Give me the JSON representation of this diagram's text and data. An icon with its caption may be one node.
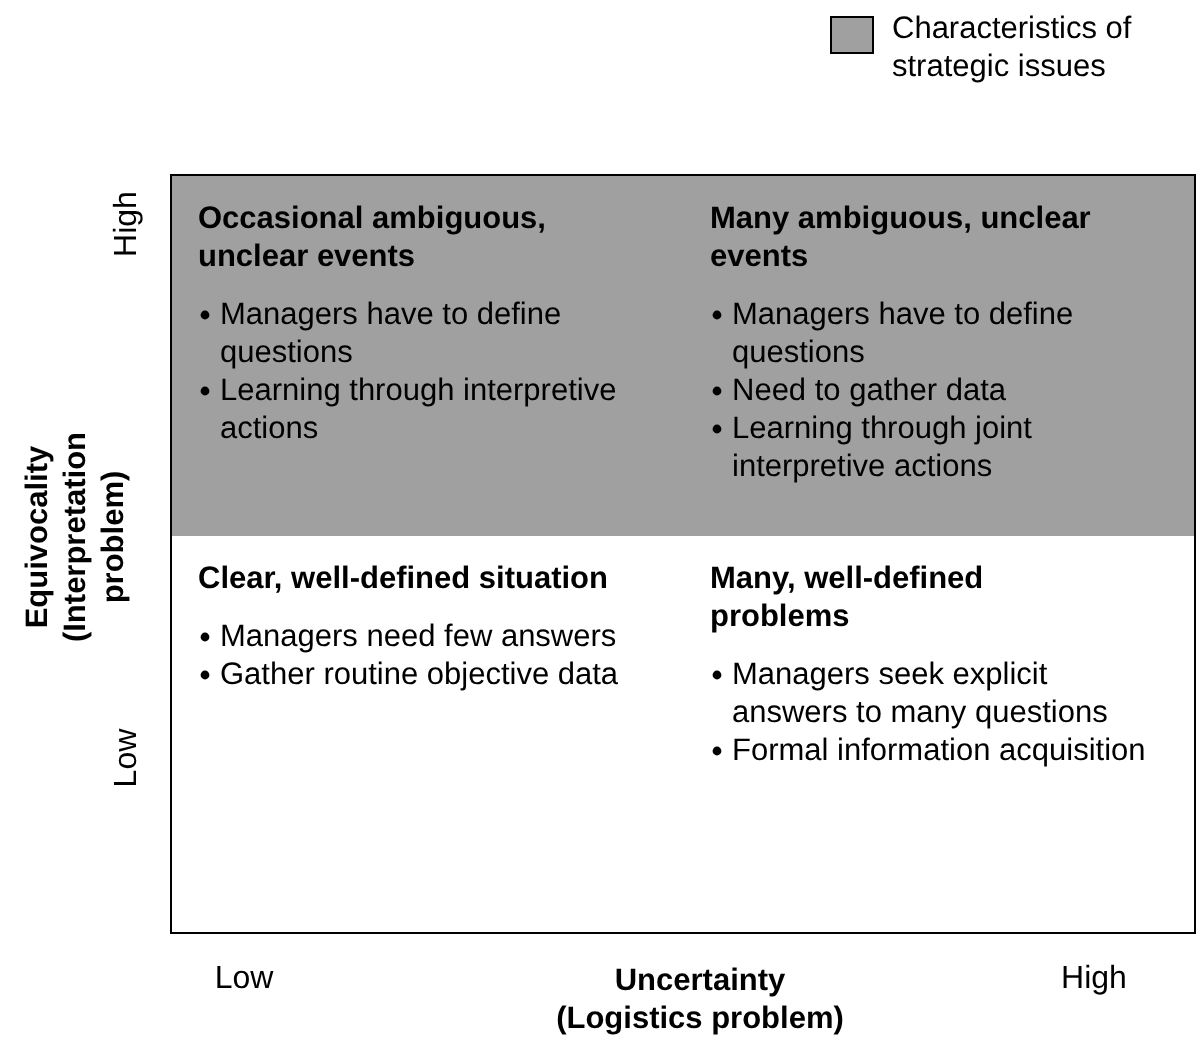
{
  "diagram": {
    "nodes": [
      {
        "text": [
          "Occasional ambiguous, unclear events",
          "Managers have to define questions",
          "Learning through interpretive actions"
        ]
      },
      {
        "text": [
          "Many ambiguous, unclear events",
          "Managers have to define questions",
          "Need to gather data",
          "Learning through joint interpretive actions"
        ]
      },
      {
        "text": [
          "Clear, well-defined situation",
          "Managers need few answers",
          "Gather routine objective data"
        ]
      },
      {
        "text": [
          "Many, well-defined problems",
          "Managers seek explicit answers to many questions",
          "Formal information acquisition"
        ]
      }
    ],
    "edges": [],
    "labels": [
      "High",
      "Equivocality (Interpretation problem)",
      "Low",
      "Low",
      "Uncertainty (Logistics problem)",
      "High"
    ],
    "legend": [
      {
        "text": "Characteristics of strategic issues",
        "color": "#a0a0a0"
      }
    ]
  }
}
